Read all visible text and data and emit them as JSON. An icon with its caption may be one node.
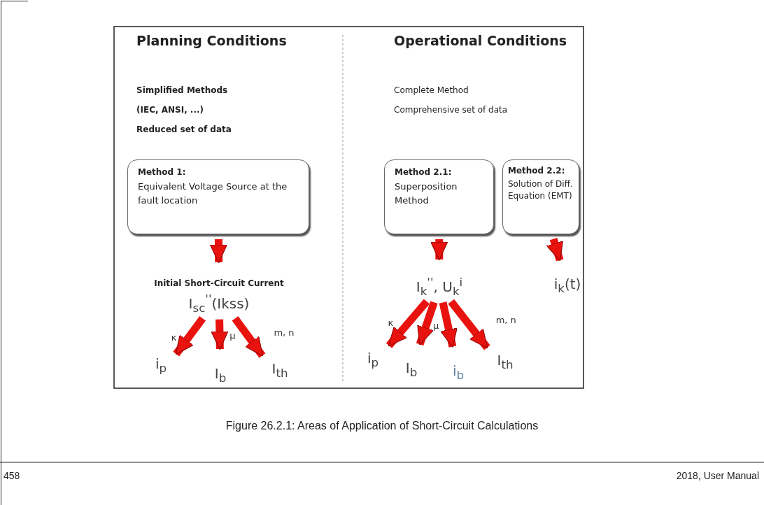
{
  "diagram": {
    "caption": "Figure 26.2.1: Areas of Application of Short-Circuit Calculations",
    "nodes": [
      {
        "text": [
          "Method 1:",
          "Equivalent Voltage Source at the fault location"
        ]
      },
      {
        "text": [
          "Method 2.1:",
          "Superposition Method"
        ]
      },
      {
        "text": [
          "Method 2.2:",
          "Solution of Diff. Equation (EMT)"
        ]
      },
      {
        "text": [
          "Initial Short-Circuit Current",
          "I$_{sc}$$^{''}$(Ikss)"
        ]
      },
      {
        "text": [
          "i$_{p}$"
        ]
      },
      {
        "text": [
          "I$_{b}$"
        ]
      },
      {
        "text": [
          "I$_{th}$"
        ]
      },
      {
        "text": [
          "I$_{k}$$^{''}$, U$_{k}$$^{i}$"
        ]
      },
      {
        "text": [
          "i$_{p}$"
        ]
      },
      {
        "text": [
          "I$_{b}$"
        ]
      },
      {
        "text": [
          "i$_{b}$"
        ]
      },
      {
        "text": [
          "I$_{th}$"
        ]
      },
      {
        "text": [
          "i$_{k}$(t)"
        ]
      }
    ],
    "edges": [
      {
        "from": 0,
        "to": 3,
        "arrow": "to"
      },
      {
        "from": 3,
        "to": 4,
        "arrow": "to",
        "label": "κ"
      },
      {
        "from": 3,
        "to": 5,
        "arrow": "to",
        "label": "μ"
      },
      {
        "from": 3,
        "to": 6,
        "arrow": "to",
        "label": "m, n"
      },
      {
        "from": 1,
        "to": 7,
        "arrow": "to"
      },
      {
        "from": 7,
        "to": 8,
        "arrow": "to",
        "label": "κ"
      },
      {
        "from": 7,
        "to": 9,
        "arrow": "to",
        "label": "μ"
      },
      {
        "from": 7,
        "to": 10,
        "arrow": "to"
      },
      {
        "from": 7,
        "to": 11,
        "arrow": "to",
        "label": "m, n"
      },
      {
        "from": 2,
        "to": 12,
        "arrow": "to"
      }
    ],
    "labels": [
      "Planning Conditions",
      "Simplified Methods",
      "(IEC, ANSI, ...)",
      "Reduced set of data",
      "Operational Conditions",
      "Complete Method",
      "Comprehensive set of data",
      "458",
      "2018, User Manual"
    ]
  }
}
